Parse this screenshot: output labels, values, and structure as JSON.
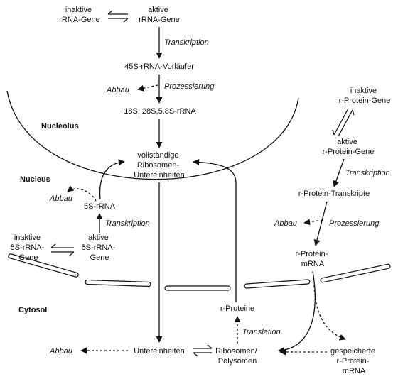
{
  "regions": {
    "nucleolus": "Nucleolus",
    "nucleus": "Nucleus",
    "cytosol": "Cytosol"
  },
  "rrna": {
    "inactive": [
      "inaktive",
      "rRNA-Gene"
    ],
    "active": [
      "aktive",
      "rRNA-Gene"
    ],
    "transcription": "Transkription",
    "precursor": "45S-rRNA-Vorläufer",
    "degradation": "Abbau",
    "processing": "Prozessierung",
    "products": "18S, 28S,5.8S-rRNA"
  },
  "subunits_complete": [
    "vollständige",
    "Ribosomen-",
    "Untereinheiten"
  ],
  "rrna5s": {
    "degradation": "Abbau",
    "label": "5S-rRNA",
    "transcription": "Transkription",
    "inactive": [
      "inaktive",
      "5S-rRNA-",
      "Gene"
    ],
    "active": [
      "aktive",
      "5S-rRNA-",
      "Gene"
    ]
  },
  "rprotein": {
    "inactive": [
      "inaktive",
      "r-Protein-Gene"
    ],
    "active": [
      "aktive",
      "r-Protein-Gene"
    ],
    "transcription": "Transkription",
    "transcripts": "r-Protein-Transkripte",
    "degradation": "Abbau",
    "processing": "Prozessierung",
    "mrna": [
      "r-Protein-",
      "mRNA"
    ]
  },
  "cytosol": {
    "r_proteins": "r-Proteine",
    "translation": "Translation",
    "degradation": "Abbau",
    "subunits": "Untereinheiten",
    "ribosomes": [
      "Ribosomen/",
      "Polysomen"
    ],
    "stored": [
      "gespeicherte",
      "r-Protein-",
      "mRNA"
    ]
  }
}
